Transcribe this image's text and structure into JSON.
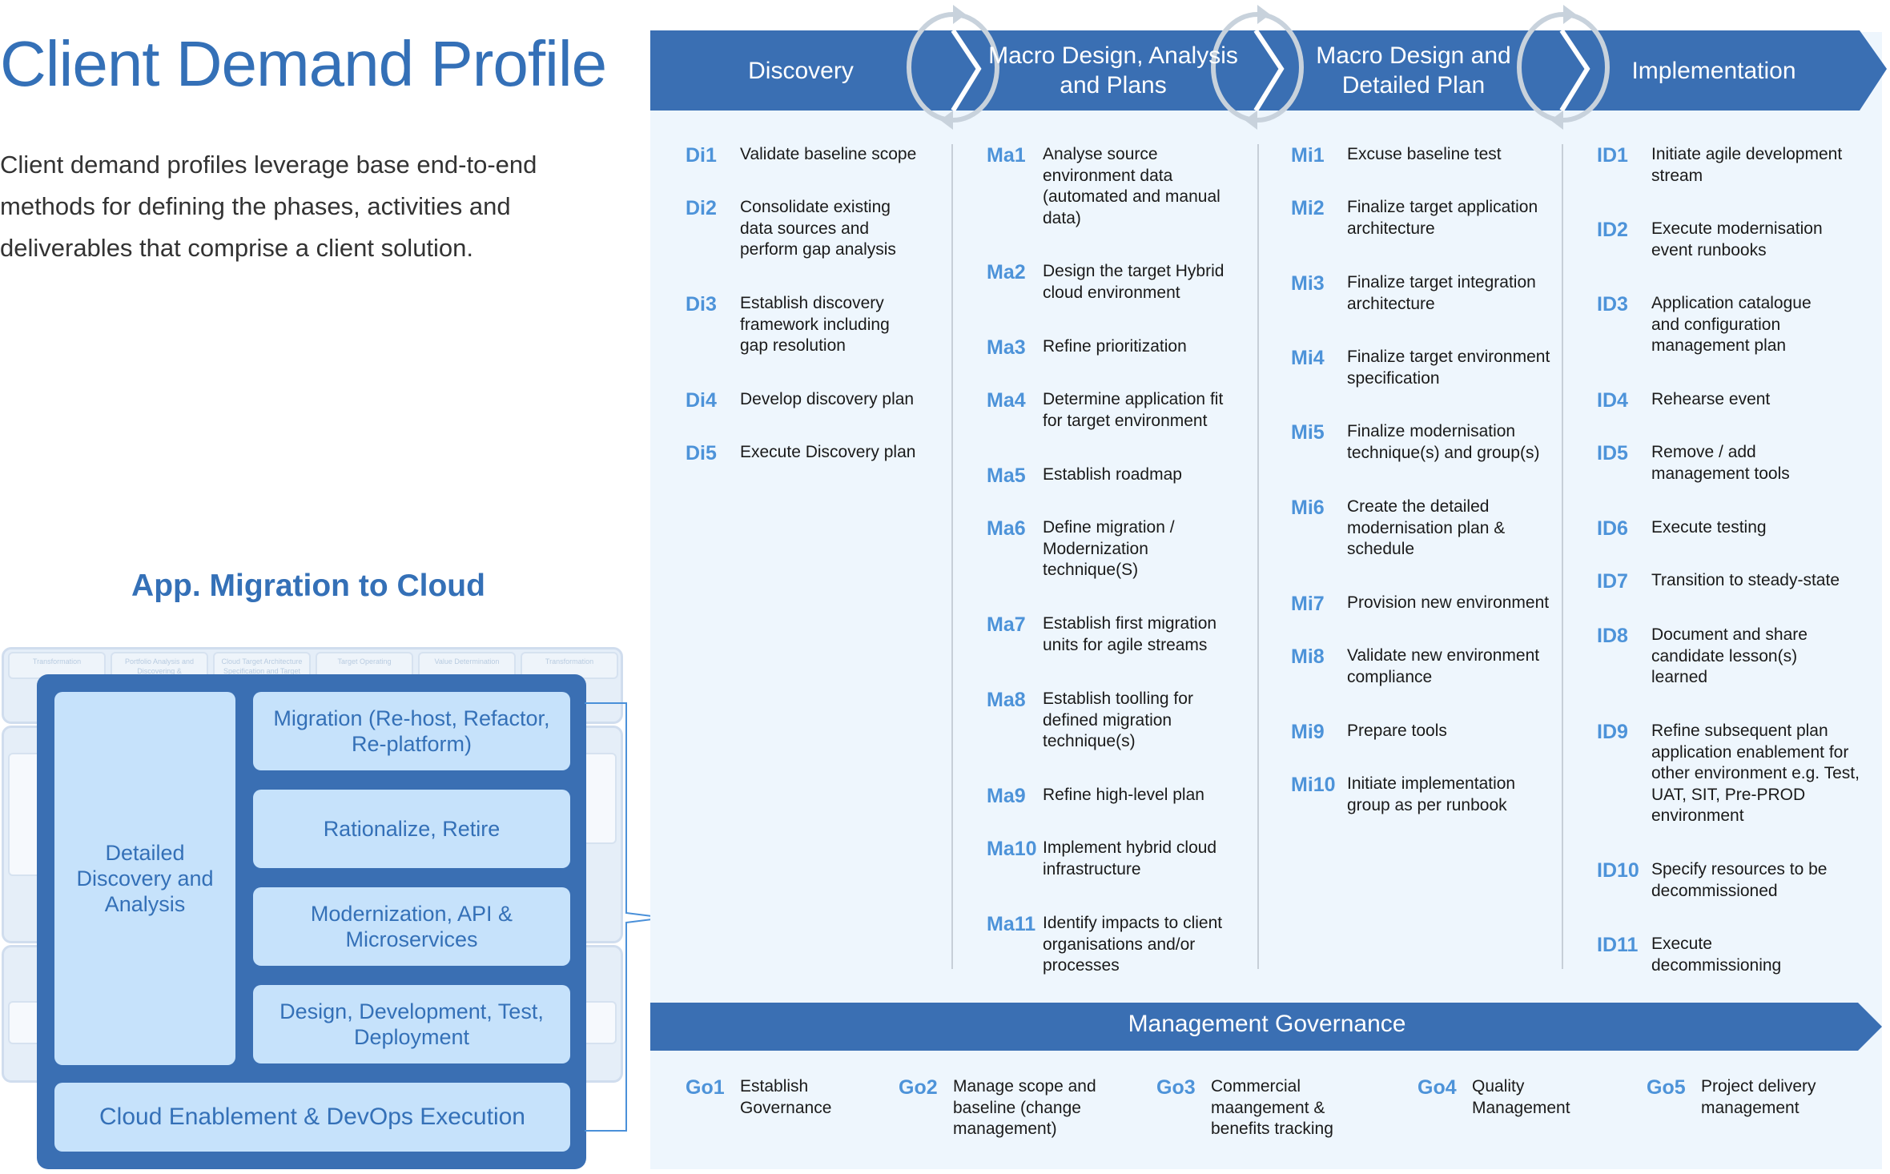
{
  "header": {
    "title": "Client Demand Profile",
    "intro": "Client demand profiles leverage base end-to-end methods for defining the phases, activities and deliverables that comprise a client solution."
  },
  "thumbnail": {
    "title": "App. Migration to Cloud",
    "ghost_headers": [
      "Transformation",
      "Portfolio Analysis and Discovering &",
      "Cloud Target Architecture Specification and Target",
      "Target Operating",
      "Value Determination",
      "Transformation"
    ],
    "left_box": "Detailed Discovery and Analysis",
    "boxes": [
      "Migration (Re-host, Refactor, Re-platform)",
      "Rationalize, Retire",
      "Modernization, API & Microservices",
      "Design, Development, Test, Deployment"
    ],
    "bottom_box": "Cloud Enablement & DevOps Execution"
  },
  "phases": [
    {
      "title": "Discovery",
      "items": [
        {
          "code": "Di1",
          "text": "Validate baseline scope"
        },
        {
          "code": "Di2",
          "text": "Consolidate existing data sources and perform gap analysis"
        },
        {
          "code": "Di3",
          "text": "Establish discovery framework including gap resolution"
        },
        {
          "code": "Di4",
          "text": "Develop discovery plan"
        },
        {
          "code": "Di5",
          "text": "Execute Discovery plan"
        }
      ]
    },
    {
      "title": "Macro Design, Analysis and Plans",
      "items": [
        {
          "code": "Ma1",
          "text": "Analyse source environment data (automated and manual data)"
        },
        {
          "code": "Ma2",
          "text": "Design the target Hybrid cloud environment"
        },
        {
          "code": "Ma3",
          "text": "Refine prioritization"
        },
        {
          "code": "Ma4",
          "text": "Determine application fit for target environment"
        },
        {
          "code": "Ma5",
          "text": "Establish roadmap"
        },
        {
          "code": "Ma6",
          "text": "Define migration / Modernization technique(S)"
        },
        {
          "code": "Ma7",
          "text": "Establish first migration units for agile streams"
        },
        {
          "code": "Ma8",
          "text": "Establish toolling for defined migration technique(s)"
        },
        {
          "code": "Ma9",
          "text": "Refine high-level plan"
        },
        {
          "code": "Ma10",
          "text": "Implement hybrid cloud infrastructure"
        },
        {
          "code": "Ma11",
          "text": "Identify impacts to client organisations and/or processes"
        }
      ]
    },
    {
      "title": "Macro Design and Detailed Plan",
      "items": [
        {
          "code": "Mi1",
          "text": "Excuse baseline test"
        },
        {
          "code": "Mi2",
          "text": "Finalize target application architecture"
        },
        {
          "code": "Mi3",
          "text": "Finalize target integration architecture"
        },
        {
          "code": "Mi4",
          "text": "Finalize target environment specification"
        },
        {
          "code": "Mi5",
          "text": "Finalize modernisation technique(s) and group(s)"
        },
        {
          "code": "Mi6",
          "text": "Create the detailed modernisation plan & schedule"
        },
        {
          "code": "Mi7",
          "text": "Provision new environment"
        },
        {
          "code": "Mi8",
          "text": "Validate new environment compliance"
        },
        {
          "code": "Mi9",
          "text": "Prepare tools"
        },
        {
          "code": "Mi10",
          "text": "Initiate implementation group as per runbook"
        }
      ]
    },
    {
      "title": "Implementation",
      "items": [
        {
          "code": "ID1",
          "text": "Initiate agile development stream"
        },
        {
          "code": "ID2",
          "text": "Execute modernisation event runbooks"
        },
        {
          "code": "ID3",
          "text": "Application catalogue and configuration management plan"
        },
        {
          "code": "ID4",
          "text": "Rehearse event"
        },
        {
          "code": "ID5",
          "text": "Remove / add management tools"
        },
        {
          "code": "ID6",
          "text": "Execute testing"
        },
        {
          "code": "ID7",
          "text": "Transition to steady-state"
        },
        {
          "code": "ID8",
          "text": "Document and share candidate lesson(s) learned"
        },
        {
          "code": "ID9",
          "text": "Refine subsequent plan application enablement for other environment e.g. Test, UAT, SIT, Pre-PROD environment"
        },
        {
          "code": "ID10",
          "text": "Specify resources to be decommissioned"
        },
        {
          "code": "ID11",
          "text": "Execute decommissioning"
        }
      ]
    }
  ],
  "governance": {
    "title": "Management Governance",
    "items": [
      {
        "code": "Go1",
        "text": "Establish Governance"
      },
      {
        "code": "Go2",
        "text": "Manage scope and baseline (change management)"
      },
      {
        "code": "Go3",
        "text": "Commercial maangement & benefits tracking"
      },
      {
        "code": "Go4",
        "text": "Quality Management"
      },
      {
        "code": "Go5",
        "text": "Project delivery management"
      }
    ]
  }
}
